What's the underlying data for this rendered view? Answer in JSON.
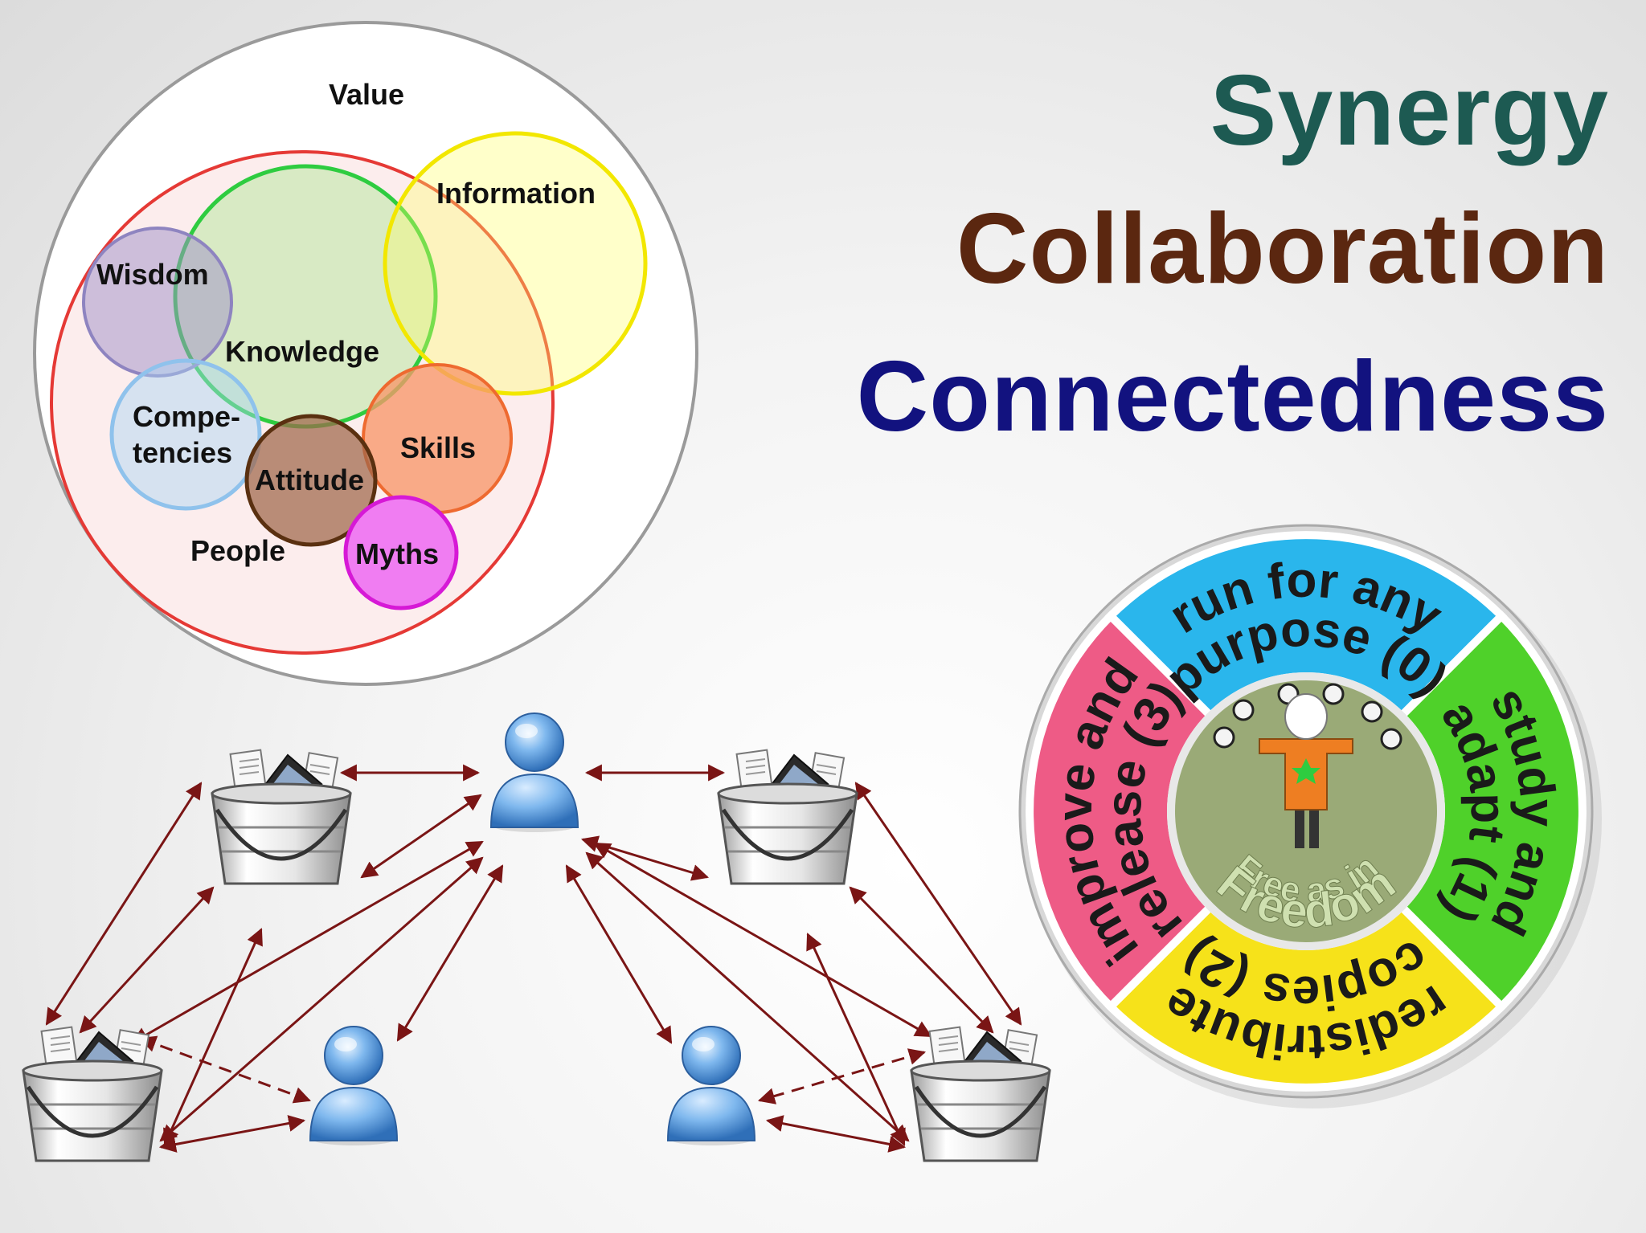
{
  "headings": {
    "synergy": "Synergy",
    "collaboration": "Collaboration",
    "connectedness": "Connectedness"
  },
  "colors": {
    "synergy": "#1d5a52",
    "collaboration": "#5b2710",
    "connectedness": "#12127f",
    "arrow": "#7a1515"
  },
  "venn": {
    "labels": {
      "value": "Value",
      "information": "Information",
      "wisdom": "Wisdom",
      "knowledge": "Knowledge",
      "competencies_line1": "Compe-",
      "competencies_line2": "tencies",
      "attitude": "Attitude",
      "skills": "Skills",
      "people": "People",
      "myths": "Myths"
    }
  },
  "freedom_wheel": {
    "segments": {
      "top_line1": "run for any",
      "top_line2": "purpose (0)",
      "right_line1": "study and",
      "right_line2": "adapt (1)",
      "bottom_line1": "redistribute",
      "bottom_line2": "copies (2)",
      "left_line1": "improve and",
      "left_line2": "release (3)"
    },
    "center_line1": "Free as in",
    "center_line2": "Freedom"
  }
}
